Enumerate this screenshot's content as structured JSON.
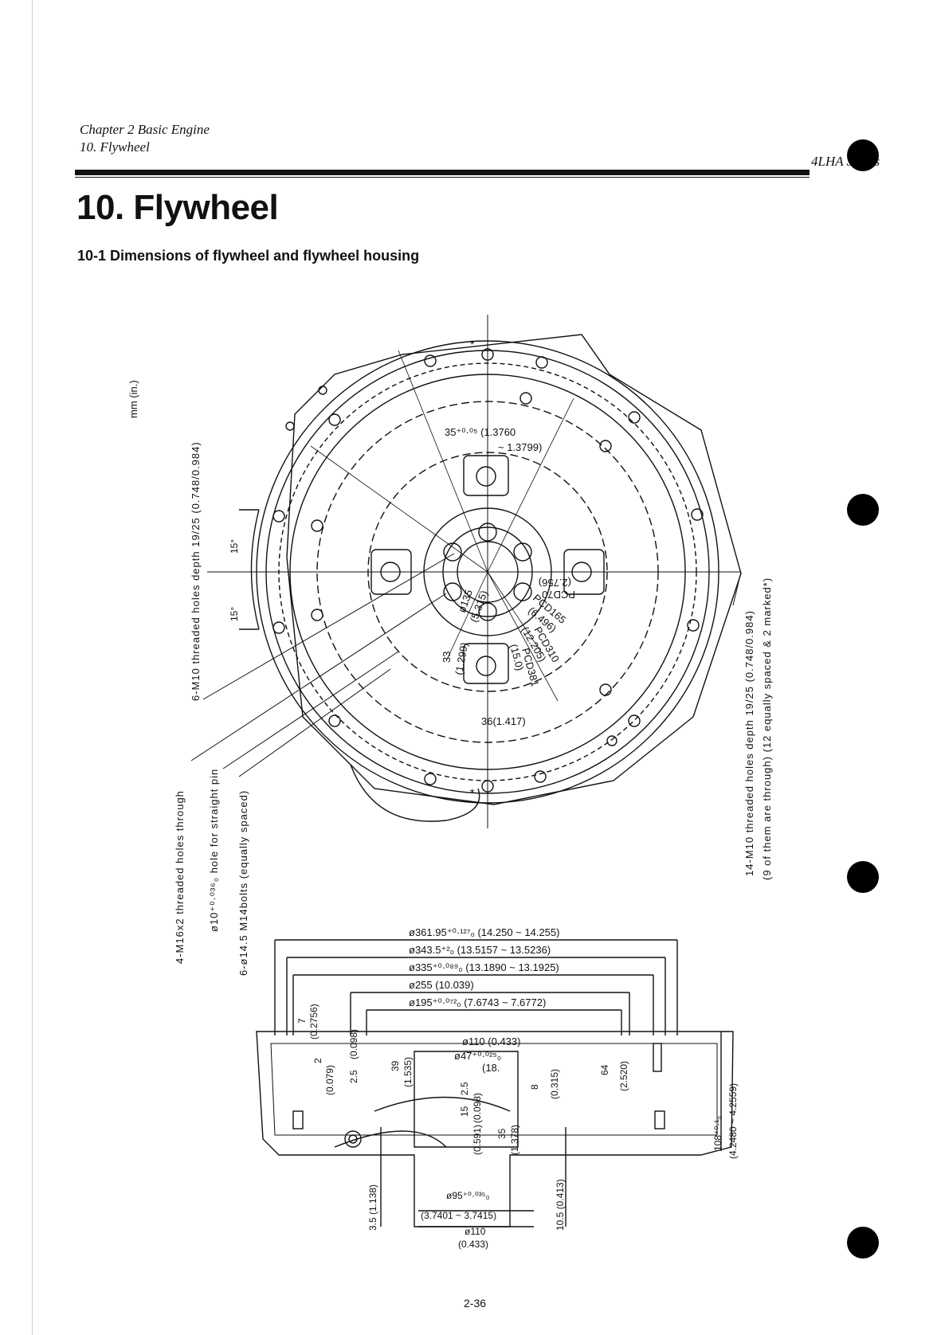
{
  "header": {
    "chapter": "Chapter 2 Basic Engine",
    "section": "10. Flywheel",
    "series": "4LHA Series"
  },
  "title": "10. Flywheel",
  "subtitle": "10-1 Dimensions of flywheel and flywheel housing",
  "units": "mm (in.)",
  "front_view": {
    "left_note_1": "6-M10  threaded holes depth 19/25 (0.748/0.984)",
    "left_note_2": "4-M16x2  threaded holes through",
    "left_note_3": "ø10⁺⁰·⁰³⁶₀ hole for straight pin",
    "left_note_4": "6-ø14.5 M14bolts (equally spaced)",
    "right_note_1": "14-M10  threaded holes depth 19/25 (0.748/0.984)",
    "right_note_2": "(9 of them are through) (12 equally spaced & 2 marked*)",
    "angle_1": "15°",
    "angle_2": "15°",
    "dim_35": "35⁺⁰·⁰⁵ (1.3760",
    "dim_35b": "~ 1.3799)",
    "pcd_70": "PCD70",
    "pcd_70_in": "(2.756)",
    "pcd_165": "PCD165",
    "pcd_165_in": "(6.496)",
    "pcd_310": "PCD310",
    "pcd_310_in": "(12.205)",
    "pcd_381": "PCD381",
    "pcd_381_in": "(15.0)",
    "dia_135": "ø135",
    "dia_135_in": "(5.315)",
    "dim_33": "33",
    "dim_33_in": "(1.299)",
    "dim_36": "36(1.417)",
    "star_top": "*",
    "star_bottom": "*"
  },
  "section_view": {
    "d1": "ø361.95⁺⁰·¹²⁷₀ (14.250 ~ 14.255)",
    "d2": "ø343.5⁺²₀ (13.5157 ~ 13.5236)",
    "d3": "ø335⁺⁰·⁰⁸⁹₀ (13.1890 ~ 13.1925)",
    "d4": "ø255 (10.039)",
    "d5": "ø195⁺⁰·⁰⁷²₀ (7.6743 ~ 7.6772)",
    "d6": "ø110 (0.433)",
    "d7": "ø47⁺⁰·⁰²⁵₀",
    "d7b": "(18.",
    "v7": "7",
    "v7_in": "(0.2756)",
    "v2": "2",
    "v2_in": "(0.079)",
    "v25": "2.5",
    "v25_in": "(0.098)",
    "v39": "39",
    "v39_in": "(1.535)",
    "v25b": "2.5",
    "v25b_in": "(0.098)",
    "v15": "15",
    "v15_in": "(0.591)",
    "v8": "8",
    "v8_in": "(0.315)",
    "v35": "35",
    "v35_in": "(1.378)",
    "v64": "64",
    "v64_in": "(2.520)",
    "v108": "108⁺⁰·¹₀",
    "v108_in": "(4.2480 ~ 4.2559)",
    "v35l": "3.5 (1.138)",
    "v105": "10.5 (0.413)",
    "b1": "ø95⁺⁰·⁰³⁵₀",
    "b2": "(3.7401 ~ 3.7415)",
    "b3": "ø110",
    "b4": "(0.433)"
  },
  "page_number": "2-36"
}
